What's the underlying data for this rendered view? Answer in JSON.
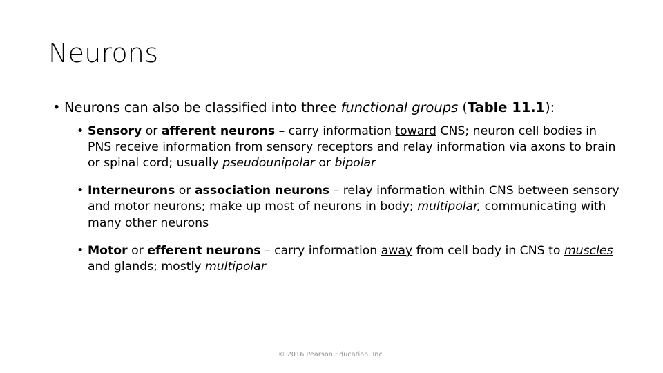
{
  "slide": {
    "title": "Neurons",
    "bullet_glyph": "•",
    "level1": {
      "segments": [
        {
          "text": "Neurons can also be classified into three ",
          "style": "normal"
        },
        {
          "text": "functional groups",
          "style": "italic"
        },
        {
          "text": " (",
          "style": "normal"
        },
        {
          "text": "Table 11.1",
          "style": "bold"
        },
        {
          "text": "):",
          "style": "normal"
        }
      ]
    },
    "level2": [
      {
        "id": "sensory",
        "segments": [
          {
            "text": "Sensory",
            "style": "bold"
          },
          {
            "text": " or ",
            "style": "normal"
          },
          {
            "text": "afferent neurons",
            "style": "bold"
          },
          {
            "text": " – carry information ",
            "style": "normal"
          },
          {
            "text": "toward",
            "style": "underline"
          },
          {
            "text": " CNS; neuron cell bodies in PNS receive information from sensory receptors and relay information via axons to brain or spinal cord; usually ",
            "style": "normal"
          },
          {
            "text": "pseudounipolar",
            "style": "italic"
          },
          {
            "text": " or ",
            "style": "normal"
          },
          {
            "text": "bipolar",
            "style": "italic"
          }
        ]
      },
      {
        "id": "interneurons",
        "segments": [
          {
            "text": "Interneurons",
            "style": "bold"
          },
          {
            "text": " or ",
            "style": "normal"
          },
          {
            "text": "association neurons",
            "style": "bold"
          },
          {
            "text": " – relay information within CNS ",
            "style": "normal"
          },
          {
            "text": "between",
            "style": "underline"
          },
          {
            "text": " sensory and motor neurons; make up most of neurons in body; ",
            "style": "normal"
          },
          {
            "text": "multipolar,",
            "style": "italic"
          },
          {
            "text": " communicating with many other neurons",
            "style": "normal"
          }
        ]
      },
      {
        "id": "motor",
        "segments": [
          {
            "text": "Motor",
            "style": "bold"
          },
          {
            "text": " or ",
            "style": "normal"
          },
          {
            "text": "efferent neurons",
            "style": "bold"
          },
          {
            "text": " – carry information ",
            "style": "normal"
          },
          {
            "text": "away",
            "style": "underline"
          },
          {
            "text": " from cell body in CNS to ",
            "style": "normal"
          },
          {
            "text": "muscles",
            "style": "italic-underline"
          },
          {
            "text": " and glands; mostly ",
            "style": "normal"
          },
          {
            "text": "multipolar",
            "style": "italic"
          }
        ]
      }
    ],
    "footer": "© 2016 Pearson Education, Inc."
  }
}
